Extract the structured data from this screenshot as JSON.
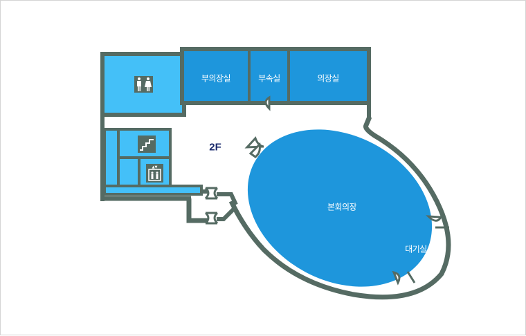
{
  "floor_label": "2F",
  "rooms": {
    "vice_chair_office": "부의장실",
    "affiliated_room": "부속실",
    "chair_office": "의장실",
    "plenary_hall": "본회의장",
    "waiting_room": "대기실"
  },
  "icons": {
    "restroom": "restroom-icon",
    "stairs": "stairs-icon",
    "elevator": "elevator-icon"
  },
  "colors": {
    "wall": "#556b63",
    "room_dark": "#1e96dc",
    "room_light": "#44c0f8",
    "floor_label": "#1a2a6c",
    "border": "#d4d4d4"
  }
}
